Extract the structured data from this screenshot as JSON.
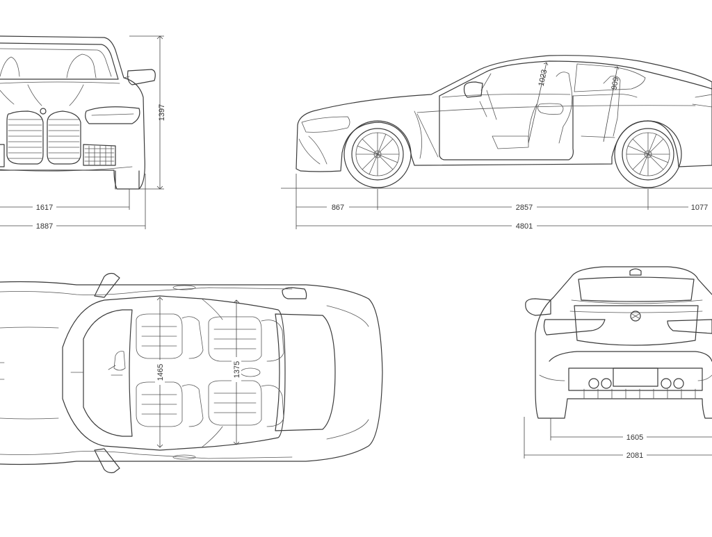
{
  "dimensions": {
    "front_height": "1397",
    "front_track": "1617",
    "front_width": "1887",
    "front_overhang": "867",
    "wheelbase": "2857",
    "rear_overhang": "1077",
    "overall_length": "4801",
    "front_headroom": "1023",
    "rear_headroom": "909",
    "front_shoulder": "1465",
    "rear_shoulder": "1375",
    "rear_track": "1605",
    "rear_width": "2081"
  },
  "colors": {
    "line": "#3a3a3a",
    "background": "#ffffff"
  }
}
